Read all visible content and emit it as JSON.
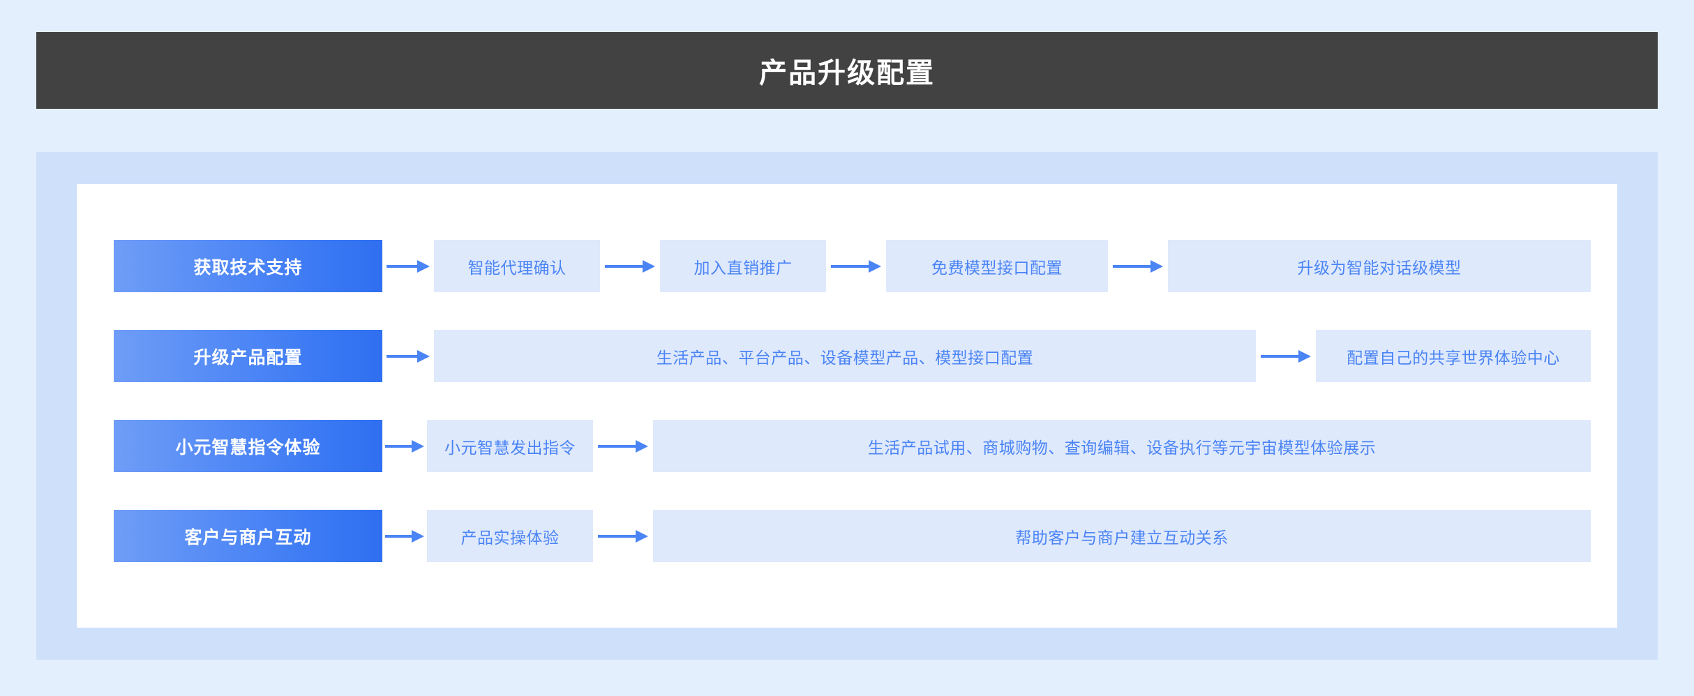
{
  "header": {
    "title": "产品升级配置",
    "bg_color": "#424242",
    "text_color": "#ffffff"
  },
  "theme": {
    "page_bg": "#e4effd",
    "panel_bg": "#cfe0fb",
    "card_bg": "#ffffff",
    "primary_chip_from": "#6f9df7",
    "primary_chip_to": "#2f6ff0",
    "step_chip_bg": "#dfe9fc",
    "step_text": "#4a84f5",
    "arrow_color": "#4a84f5"
  },
  "flow": {
    "rows": [
      {
        "label": "获取技术支持",
        "steps": [
          "智能代理确认",
          "加入直销推广",
          "免费模型接口配置",
          "升级为智能对话级模型"
        ]
      },
      {
        "label": "升级产品配置",
        "steps": [
          "生活产品、平台产品、设备模型产品、模型接口配置",
          "配置自己的共享世界体验中心"
        ]
      },
      {
        "label": "小元智慧指令体验",
        "steps": [
          "小元智慧发出指令",
          "生活产品试用、商城购物、查询编辑、设备执行等元宇宙模型体验展示"
        ]
      },
      {
        "label": "客户与商户互动",
        "steps": [
          "产品实操体验",
          "帮助客户与商户建立互动关系"
        ]
      }
    ]
  }
}
